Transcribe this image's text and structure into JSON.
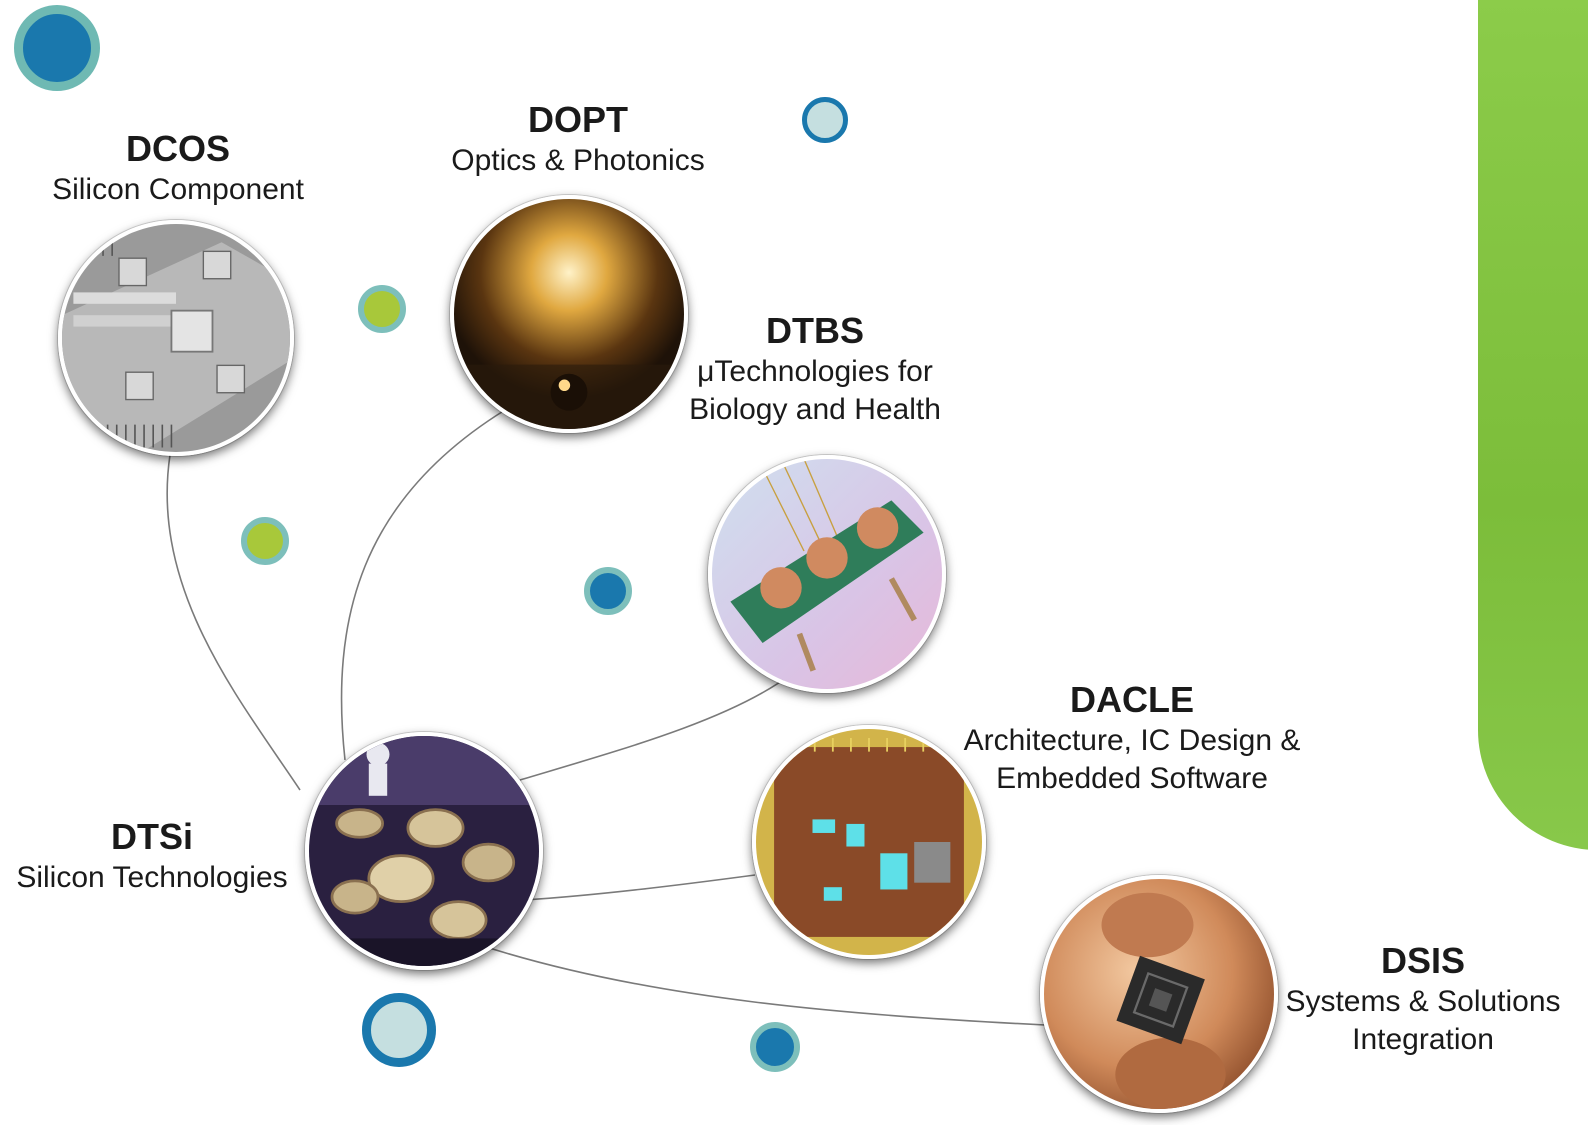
{
  "colors": {
    "accent_green": "#7cbd3a",
    "dot_blue": "#1a78ad",
    "dot_teal_ring": "#6fb9b3",
    "dot_lime": "#a8c83a",
    "dot_pale": "#c5dfe0",
    "line_gray": "#7a7a7a"
  },
  "nodes": {
    "dcos": {
      "code": "DCOS",
      "desc": "Silicon Component",
      "image": "silicon-component-micrograph"
    },
    "dopt": {
      "code": "DOPT",
      "desc": "Optics & Photonics",
      "image": "glowing-light-source"
    },
    "dtbs": {
      "code": "DTBS",
      "desc_line1": "μTechnologies for",
      "desc_line2": "Biology and Health",
      "image": "biochip-with-wells"
    },
    "dacle": {
      "code": "DACLE",
      "desc_line1": "Architecture, IC Design &",
      "desc_line2": "Embedded Software",
      "image": "integrated-circuit-die"
    },
    "dtsi": {
      "code": "DTSi",
      "desc": "Silicon Technologies",
      "image": "cleanroom-equipment",
      "role": "hub"
    },
    "dsis": {
      "code": "DSIS",
      "desc_line1": "Systems & Solutions",
      "desc_line2": "Integration",
      "image": "chip-held-in-fingers"
    }
  },
  "links": [
    "dtsi-dcos",
    "dtsi-dopt",
    "dtsi-dtbs",
    "dtsi-dacle",
    "dtsi-dsis"
  ],
  "decorations": [
    "large-blue-dot",
    "pale-ring-dot",
    "lime-dot",
    "lime-dot",
    "blue-dot",
    "pale-ring-dot",
    "blue-dot"
  ]
}
